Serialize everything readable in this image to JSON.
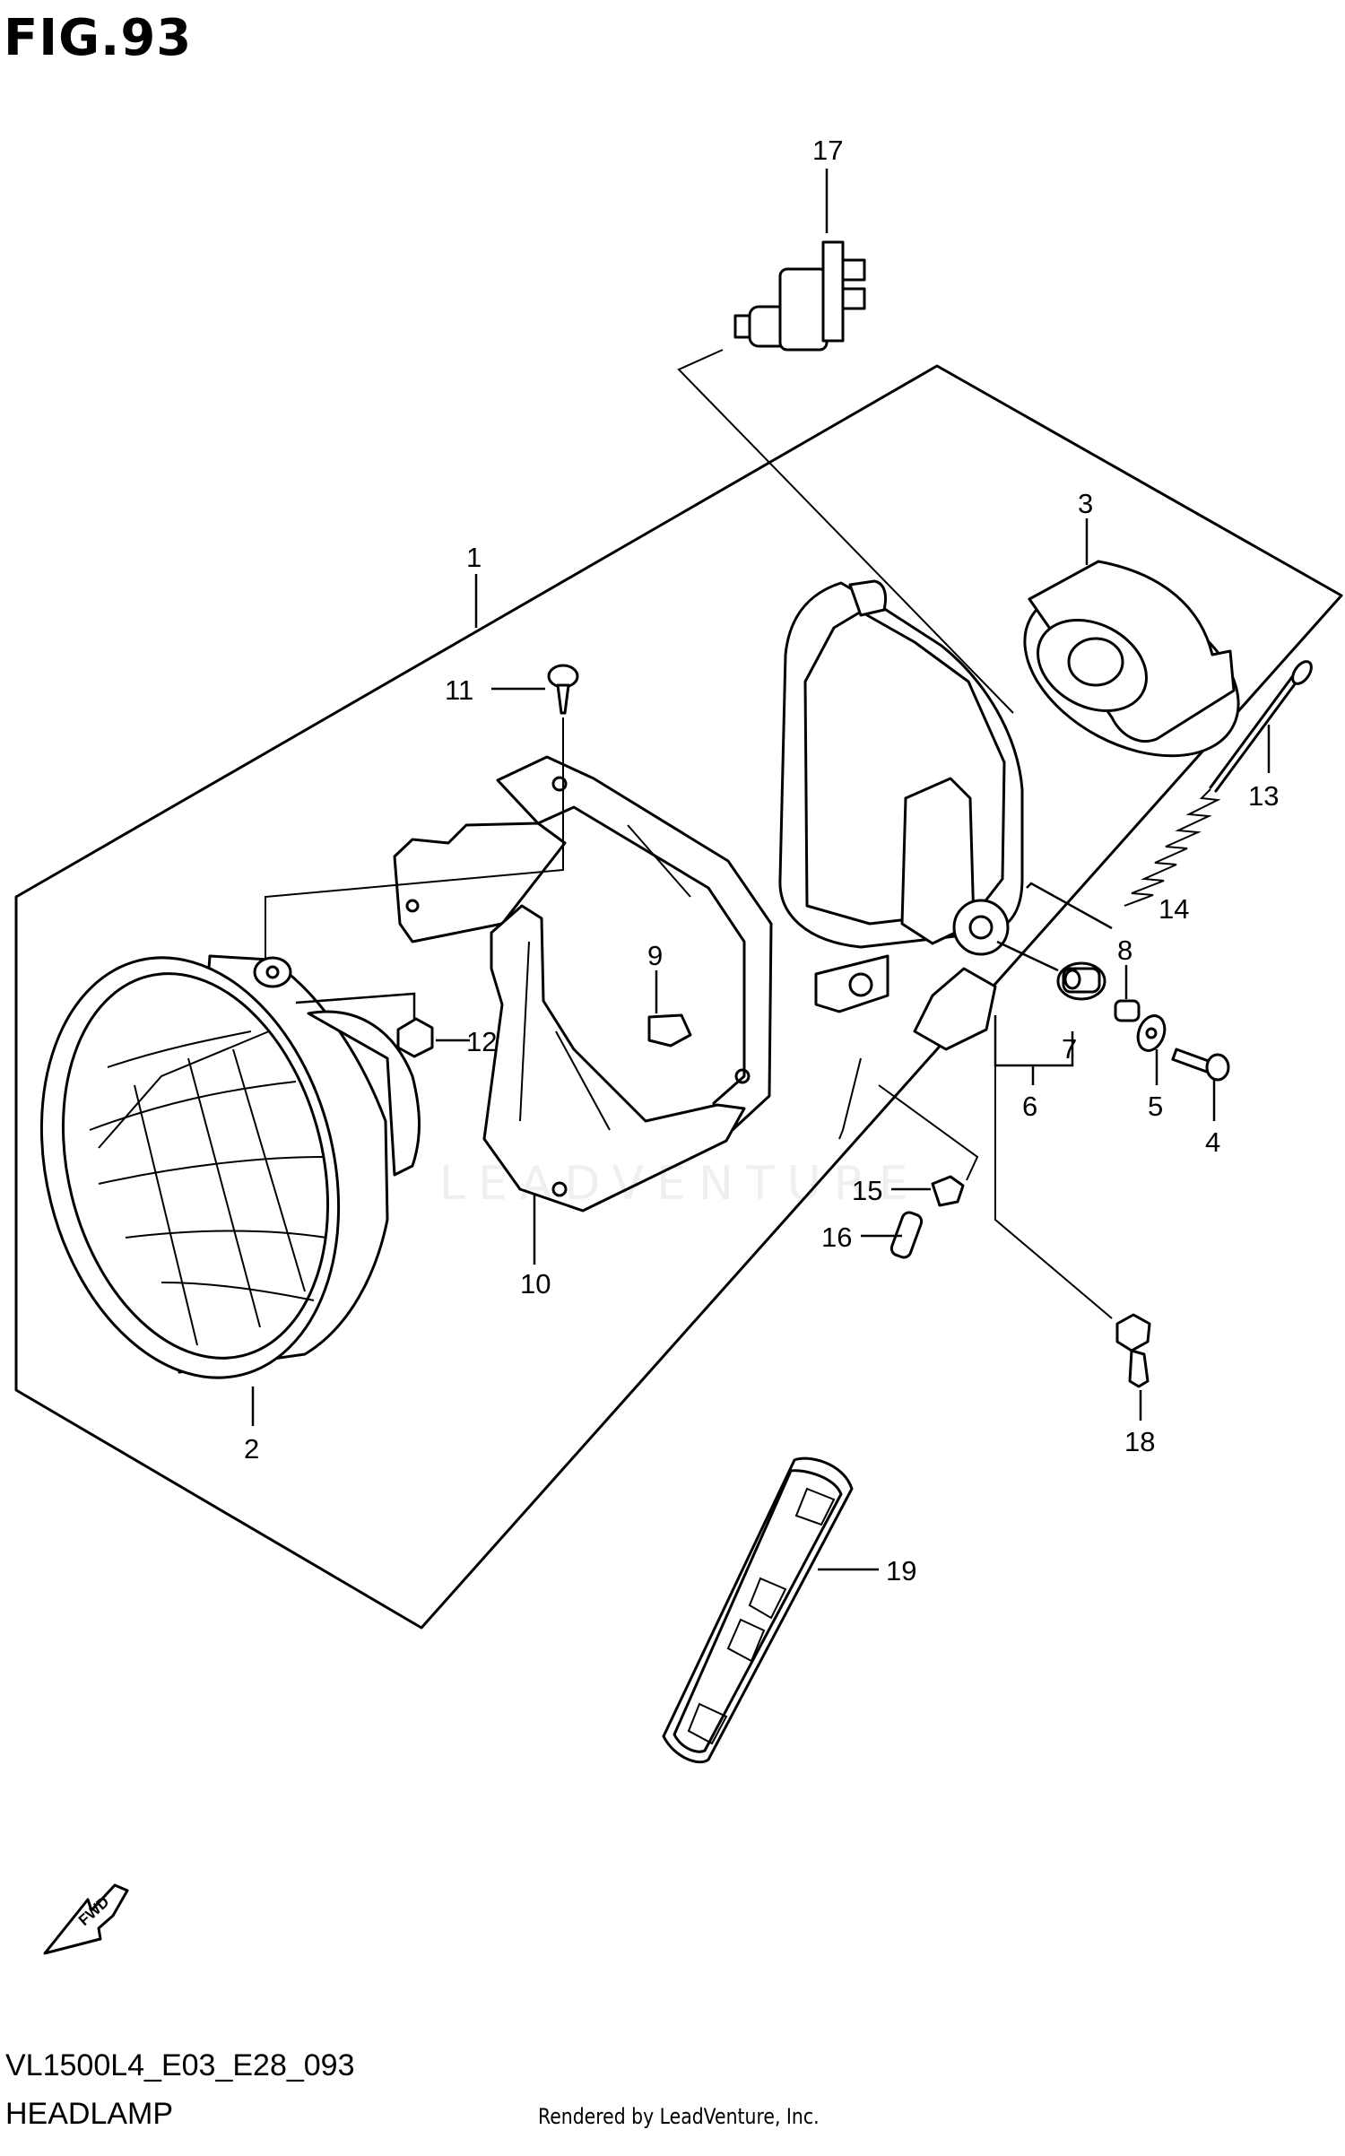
{
  "figure": {
    "title": "FIG.93",
    "code": "VL1500L4_E03_E28_093",
    "name": "HEADLAMP",
    "rendered_by": "Rendered by LeadVenture, Inc.",
    "watermark": "LEADVENTURE",
    "fwd_label": "FWD"
  },
  "callouts": {
    "c1": "1",
    "c2": "2",
    "c3": "3",
    "c4": "4",
    "c5": "5",
    "c6": "6",
    "c7": "7",
    "c8": "8",
    "c9": "9",
    "c10": "10",
    "c11": "11",
    "c12": "12",
    "c13": "13",
    "c14": "14",
    "c15": "15",
    "c16": "16",
    "c17": "17",
    "c18": "18",
    "c19": "19"
  }
}
